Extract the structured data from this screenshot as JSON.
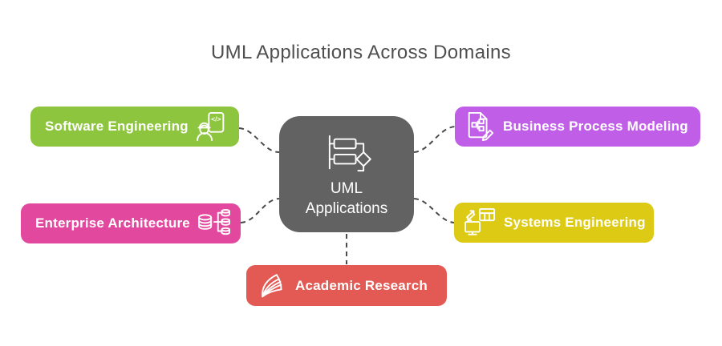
{
  "title": "UML Applications Across Domains",
  "colors": {
    "background": "#ffffff",
    "title_text": "#4f4f4f",
    "node_text": "#ffffff",
    "connector": "#4a4a4a"
  },
  "center_node": {
    "label_line1": "UML",
    "label_line2": "Applications",
    "icon": "activity-diagram-icon",
    "color": "#626262"
  },
  "nodes": [
    {
      "id": "software-engineering",
      "label": "Software Engineering",
      "icon": "engineer-icon",
      "color": "#8ec53f",
      "position": "top-left"
    },
    {
      "id": "business-process-modeling",
      "label": "Business Process Modeling",
      "icon": "process-document-icon",
      "color": "#c05ee8",
      "position": "top-right"
    },
    {
      "id": "enterprise-architecture",
      "label": "Enterprise Architecture",
      "icon": "database-architecture-icon",
      "color": "#e2499e",
      "position": "middle-left"
    },
    {
      "id": "systems-engineering",
      "label": "Systems Engineering",
      "icon": "system-sync-icon",
      "color": "#dcca14",
      "position": "middle-right"
    },
    {
      "id": "academic-research",
      "label": "Academic Research",
      "icon": "open-book-icon",
      "color": "#e35a54",
      "position": "bottom-center"
    }
  ]
}
